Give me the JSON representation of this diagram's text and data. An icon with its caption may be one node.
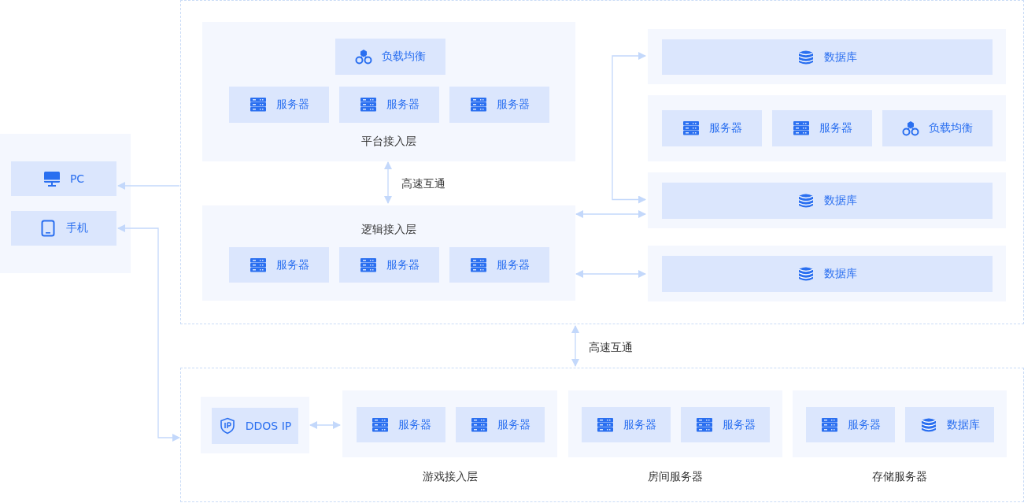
{
  "diagram": {
    "nodes": [
      {
        "text": [],
        "shape": "box"
      },
      {
        "text": [
          "平台接入层"
        ],
        "in": 0
      },
      {
        "text": [
          "负载均衡"
        ],
        "in": 1
      },
      {
        "text": [
          "服务器"
        ],
        "in": 1
      },
      {
        "text": [
          "服务器"
        ],
        "in": 1
      },
      {
        "text": [
          "服务器"
        ],
        "in": 1
      },
      {
        "text": [
          "逻辑接入层"
        ],
        "in": 0
      },
      {
        "text": [
          "服务器"
        ],
        "in": 6
      },
      {
        "text": [
          "服务器"
        ],
        "in": 6
      },
      {
        "text": [
          "服务器"
        ],
        "in": 6
      },
      {
        "text": [],
        "shape": "box",
        "in": 0
      },
      {
        "text": [
          "数据库"
        ],
        "in": 10
      },
      {
        "text": [],
        "shape": "box",
        "in": 0
      },
      {
        "text": [
          "服务器"
        ],
        "in": 12
      },
      {
        "text": [
          "服务器"
        ],
        "in": 12
      },
      {
        "text": [
          "负载均衡"
        ],
        "in": 12
      },
      {
        "text": [],
        "shape": "box",
        "in": 0
      },
      {
        "text": [
          "数据库"
        ],
        "in": 16
      },
      {
        "text": [],
        "shape": "box",
        "in": 0
      },
      {
        "text": [
          "数据库"
        ],
        "in": 18
      },
      {
        "text": [],
        "shape": "box"
      },
      {
        "text": [
          "PC"
        ],
        "in": 20
      },
      {
        "text": [
          "手机"
        ],
        "in": 20
      },
      {
        "text": [],
        "shape": "box"
      },
      {
        "text": [],
        "shape": "box",
        "in": 23
      },
      {
        "text": [
          "DDOS IP"
        ],
        "in": 24
      },
      {
        "text": [
          "游戏接入层"
        ],
        "in": 23
      },
      {
        "text": [
          "服务器"
        ],
        "in": 26
      },
      {
        "text": [
          "服务器"
        ],
        "in": 26
      },
      {
        "text": [
          "房间服务器"
        ],
        "in": 23
      },
      {
        "text": [
          "服务器"
        ],
        "in": 29
      },
      {
        "text": [
          "服务器"
        ],
        "in": 29
      },
      {
        "text": [
          "存储服务器"
        ],
        "in": 23
      },
      {
        "text": [
          "服务器"
        ],
        "in": 32
      },
      {
        "text": [
          "数据库"
        ],
        "in": 32
      }
    ],
    "edges": [
      {
        "from": 0,
        "to": 21,
        "arrow": "to"
      },
      {
        "from": 23,
        "to": 22,
        "arrow": "both"
      },
      {
        "from": 1,
        "to": 6,
        "arrow": "both",
        "label": "高速互通"
      },
      {
        "from": 0,
        "to": 23,
        "arrow": "both",
        "label": "高速互通"
      },
      {
        "from": 6,
        "to": 16,
        "arrow": "both"
      },
      {
        "from": 6,
        "to": 18,
        "arrow": "both"
      },
      {
        "from": null,
        "to": 10,
        "arrow": "to"
      },
      {
        "from": null,
        "to": 16,
        "arrow": "to"
      },
      {
        "from": 24,
        "to": 26,
        "arrow": "both"
      }
    ]
  }
}
